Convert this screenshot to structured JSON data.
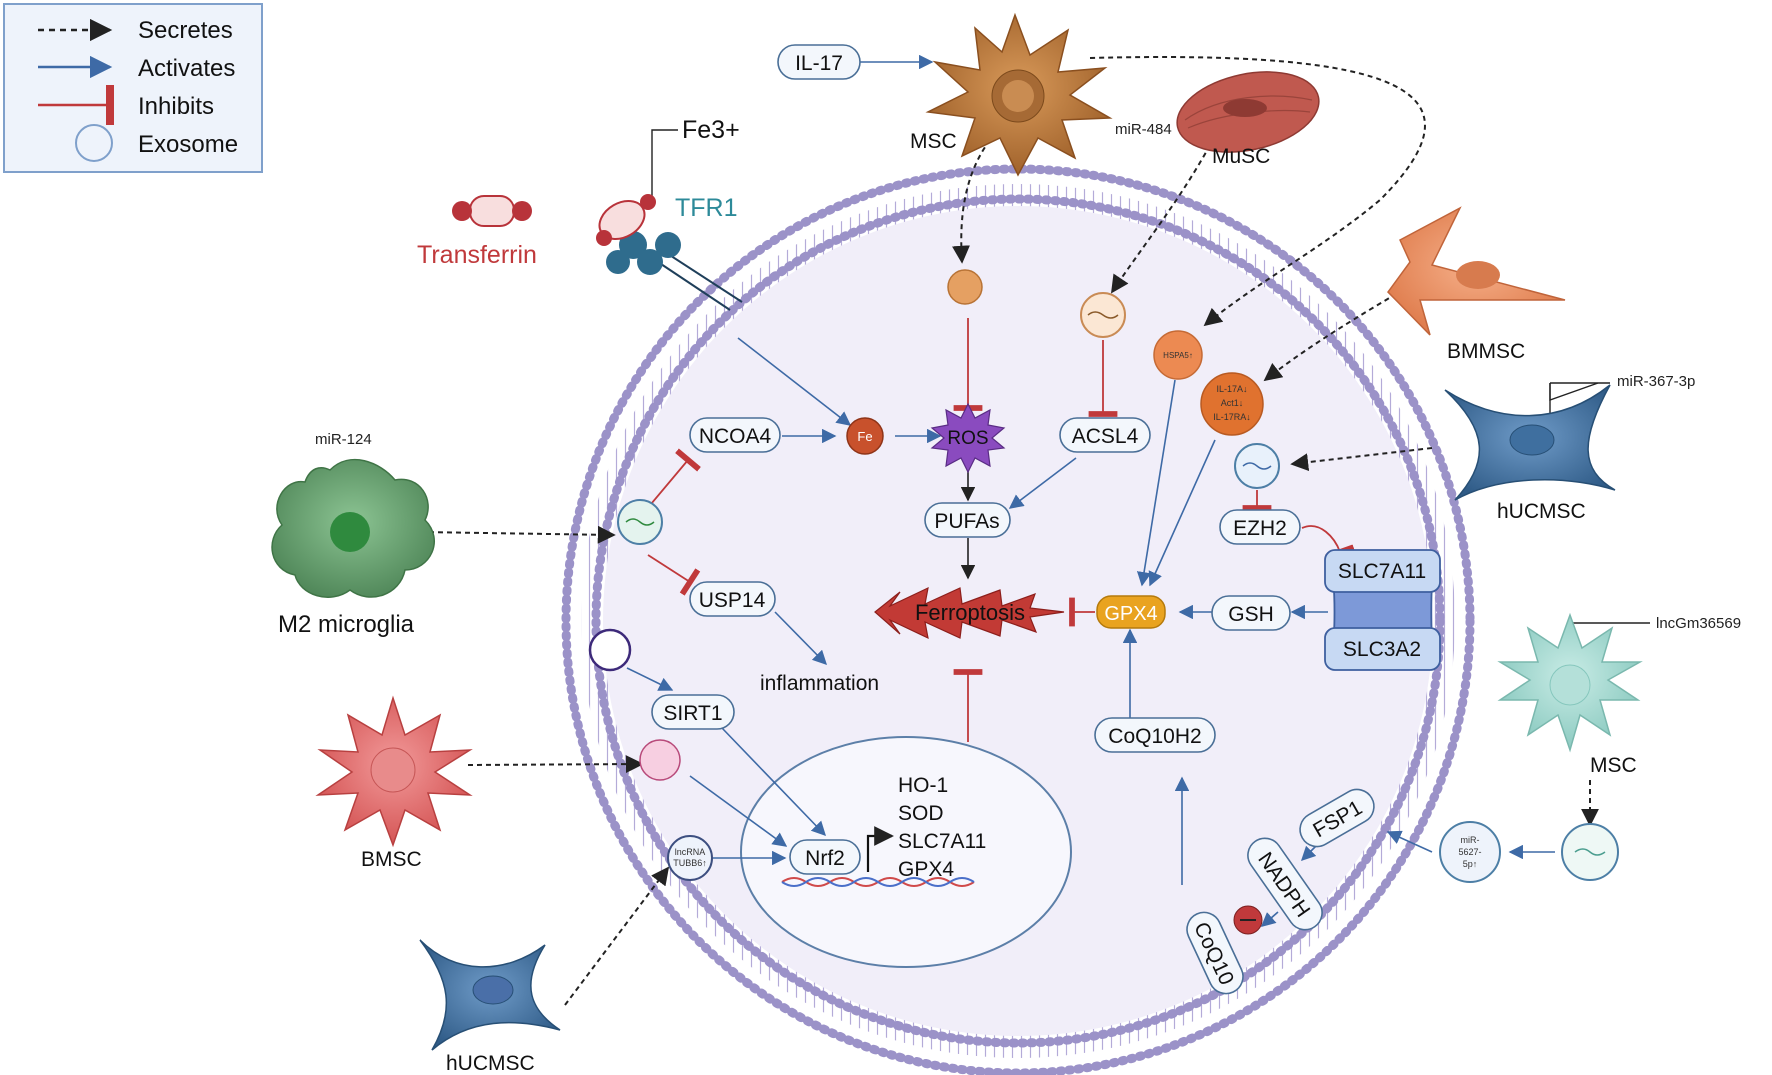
{
  "legend": {
    "secretes": "Secretes",
    "activates": "Activates",
    "inhibits": "Inhibits",
    "exosome": "Exosome"
  },
  "labels": {
    "il17": "IL-17",
    "msc_top": "MSC",
    "musc": "MuSC",
    "mir484": "miR-484",
    "fe3": "Fe3+",
    "tfr1": "TFR1",
    "transferrin": "Transferrin",
    "bmmsc": "BMMSC",
    "mir367": "miR-367-3p",
    "hucmsc_right": "hUCMSC",
    "mir124": "miR-124",
    "m2": "M2 microglia",
    "ncoa4": "NCOA4",
    "fe": "Fe",
    "ros": "ROS",
    "acsl4": "ACSL4",
    "hspa5": "HSPA5↑",
    "il17a_1": "IL-17A↓",
    "il17a_2": "Act1↓",
    "il17a_3": "IL-17RA↓",
    "pufas": "PUFAs",
    "ezh2": "EZH2",
    "usp14": "USP14",
    "ferroptosis": "Ferroptosis",
    "gpx4": "GPX4",
    "gsh": "GSH",
    "slc7a11": "SLC7A11",
    "slc3a2": "SLC3A2",
    "inflammation": "inflammation",
    "sirt1": "SIRT1",
    "lncgm": "lncGm36569",
    "msc_right": "MSC",
    "coq10h2": "CoQ10H2",
    "bmsc": "BMSC",
    "ho1": "HO-1",
    "sod": "SOD",
    "slc7a11_gene": "SLC7A11",
    "gpx4_gene": "GPX4",
    "nrf2": "Nrf2",
    "lncrna_1": "lncRNA",
    "lncrna_2": "TUBB6↑",
    "fsp1": "FSP1",
    "nadph": "NADPH",
    "coq10": "CoQ10",
    "mir5627_1": "miR-",
    "mir5627_2": "5627-",
    "mir5627_3": "5p↑",
    "hucmsc_bottom": "hUCMSC"
  },
  "colors": {
    "inhibit": "#c0393b",
    "activate": "#3e6aa6",
    "secrete": "#222222",
    "membrane": "#9b92c8",
    "cell_fill": "#f1eef9",
    "msc_top": "#b8743a",
    "bmmsc": "#e58a5c",
    "hucmsc": "#3f6f9f",
    "m2": "#5f9e68",
    "bmsc": "#e06a6a",
    "msc_right": "#9fd4cc",
    "musc": "#c0594f",
    "ferroptosis": "#c23a35",
    "gpx4": "#e9a320",
    "ros": "#8a4bbf"
  }
}
